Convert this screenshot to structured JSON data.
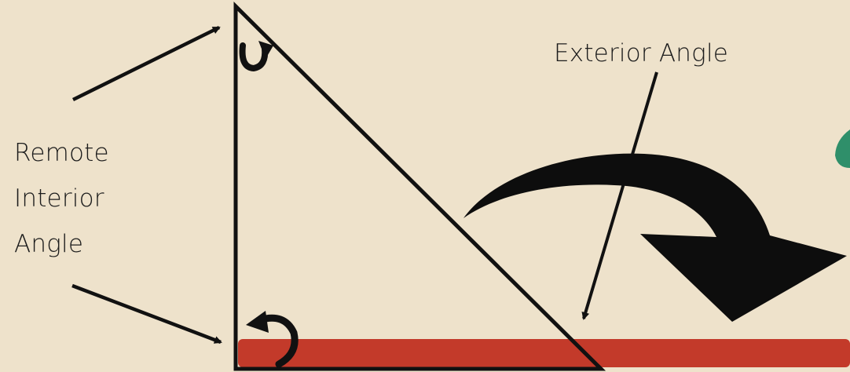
{
  "labels": {
    "remote_interior": [
      "Remote",
      "Interior",
      "Angle"
    ],
    "exterior": "Exterior Angle"
  },
  "colors": {
    "background": "#eee2cb",
    "ground_bar": "#c33a2a",
    "stroke": "#111111",
    "accent_blob": "#2f8f6a"
  },
  "icons": [
    "curved-arrow-icon",
    "rotation-arrow-icon",
    "pointer-arrow-icon"
  ]
}
